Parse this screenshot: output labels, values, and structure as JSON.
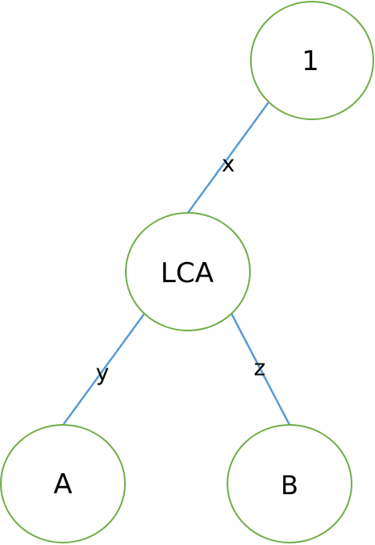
{
  "colors": {
    "edge": "#5b9bd5",
    "node_stroke": "#70ad47",
    "node_fill": "#ffffff",
    "text": "#000000"
  },
  "nodes": {
    "root": "1",
    "lca": "LCA",
    "a": "A",
    "b": "B"
  },
  "edges": {
    "root_to_lca": "x",
    "lca_to_a": "y",
    "lca_to_b": "z"
  }
}
